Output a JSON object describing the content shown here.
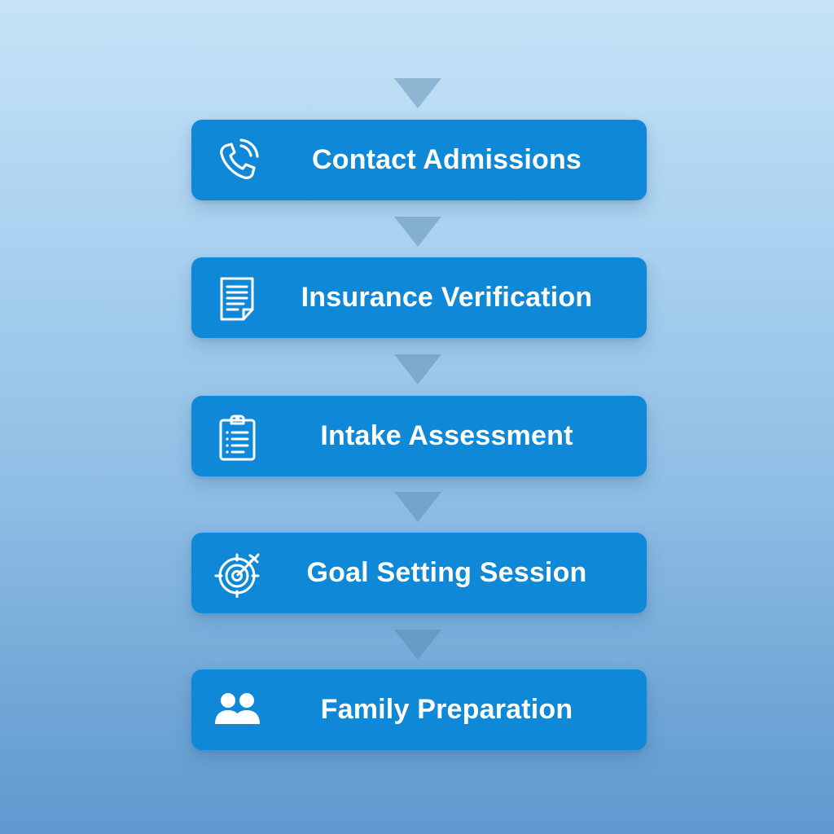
{
  "colors": {
    "step_fill": "#0f88d8",
    "text": "#ffffff",
    "arrow": "#5587aa"
  },
  "steps": [
    {
      "label": "Contact Admissions",
      "icon": "phone-icon"
    },
    {
      "label": "Insurance Verification",
      "icon": "document-icon"
    },
    {
      "label": "Intake Assessment",
      "icon": "clipboard-icon"
    },
    {
      "label": "Goal Setting Session",
      "icon": "target-icon"
    },
    {
      "label": "Family Preparation",
      "icon": "people-icon"
    }
  ]
}
